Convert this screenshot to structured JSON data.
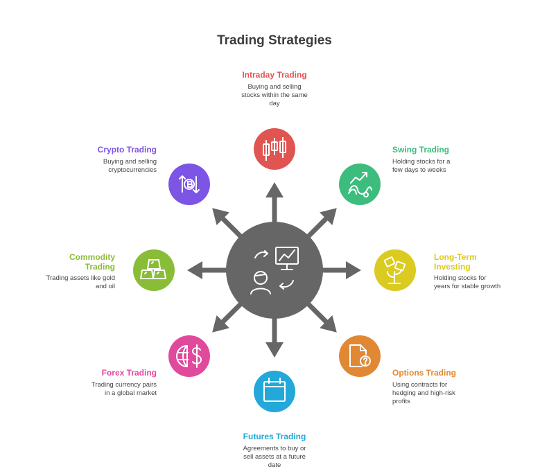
{
  "title": "Trading Strategies",
  "colors": {
    "hub": "#666666",
    "intraday": "#e05452",
    "swing": "#3dbd7d",
    "longterm": "#dbca20",
    "options": "#e08833",
    "futures": "#22a8d9",
    "forex": "#e04a9c",
    "commodity": "#8abd37",
    "crypto": "#7d55e5"
  },
  "strategies": {
    "intraday": {
      "label": "Intraday Trading",
      "desc": [
        "Buying and selling",
        "stocks within the same",
        "day"
      ],
      "icon": "candlestick-icon"
    },
    "swing": {
      "label": "Swing Trading",
      "desc": [
        "Holding stocks for a",
        "few days to weeks"
      ],
      "icon": "trend-swing-icon"
    },
    "longterm": {
      "label": [
        "Long-Term",
        "Investing"
      ],
      "desc": [
        "Holding stocks for",
        "years for stable growth"
      ],
      "icon": "money-plant-icon"
    },
    "options": {
      "label": "Options Trading",
      "desc": [
        "Using contracts for",
        "hedging and high-risk",
        "profits"
      ],
      "icon": "document-question-icon"
    },
    "futures": {
      "label": "Futures Trading",
      "desc": [
        "Agreements to buy or",
        "sell assets at a future",
        "date"
      ],
      "icon": "calendar-icon"
    },
    "forex": {
      "label": "Forex Trading",
      "desc": [
        "Trading currency pairs",
        "in a global market"
      ],
      "icon": "globe-dollar-icon"
    },
    "commodity": {
      "label": [
        "Commodity",
        "Trading"
      ],
      "desc": [
        "Trading assets like gold",
        "and oil"
      ],
      "icon": "gold-bars-icon"
    },
    "crypto": {
      "label": "Crypto Trading",
      "desc": [
        "Buying and selling",
        "cryptocurrencies"
      ],
      "icon": "bitcoin-exchange-icon"
    }
  }
}
